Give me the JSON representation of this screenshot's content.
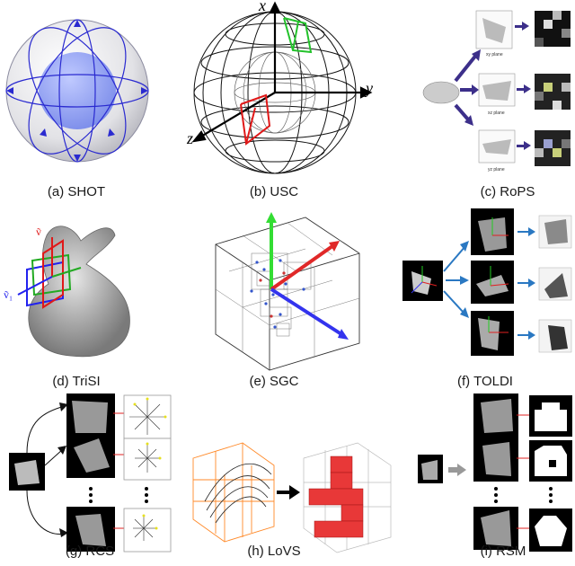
{
  "panels": [
    {
      "id": "a",
      "caption": "(a) SHOT"
    },
    {
      "id": "b",
      "caption": "(b) USC"
    },
    {
      "id": "c",
      "caption": "(c) RoPS"
    },
    {
      "id": "d",
      "caption": "(d) TriSI"
    },
    {
      "id": "e",
      "caption": "(e) SGC"
    },
    {
      "id": "f",
      "caption": "(f) TOLDI"
    },
    {
      "id": "g",
      "caption": "(g) RCS"
    },
    {
      "id": "h",
      "caption": "(h) LoVS"
    },
    {
      "id": "i",
      "caption": "(i) RSM"
    }
  ],
  "usc_axes": {
    "x": "x",
    "y": "y",
    "z": "z"
  },
  "rops_planes": [
    "xy plane",
    "xz plane",
    "yz plane"
  ],
  "trisi_labels": {
    "v2": "ṽ",
    "v1": "ṽ₁"
  },
  "colors": {
    "arrow_blue": "#2a78c2",
    "arrow_purple": "#3c2f8a",
    "red": "#e03030",
    "green": "#22bb22"
  }
}
